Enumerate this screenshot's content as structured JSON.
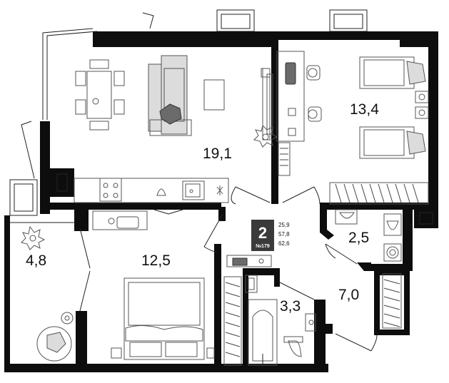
{
  "apartment": {
    "number": "2",
    "code": "№179",
    "areas": [
      "25,9",
      "57,8",
      "62,6"
    ]
  },
  "rooms": {
    "living": "19,1",
    "bedroom_right": "13,4",
    "bedroom_main": "12,5",
    "balcony": "4,8",
    "bathroom_small": "2,5",
    "bathroom": "3,3",
    "hall": "7,0"
  },
  "colors": {
    "wall": "#0d0d0d",
    "line": "#222222",
    "furniture_gray": "#dcdcdc"
  }
}
